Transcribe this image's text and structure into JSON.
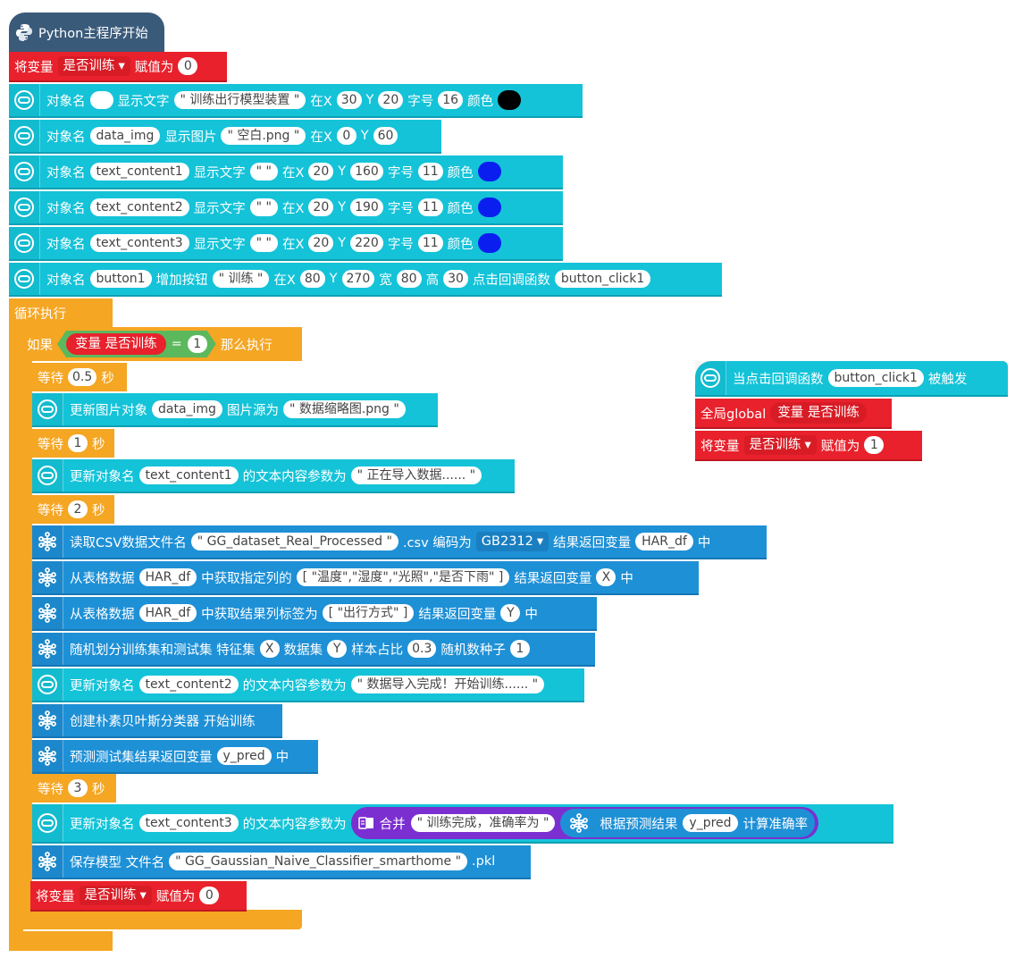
{
  "header": {
    "title": "Python主程序开始"
  },
  "init": {
    "set_prefix": "将变量",
    "var": "是否训练",
    "assign": "赋值为",
    "val": "0"
  },
  "label": {
    "objname": "对象名",
    "show_text": "显示文字",
    "show_img": "显示图片",
    "at_x": "在X",
    "y": "Y",
    "font": "字号",
    "color": "颜色",
    "add_button": "增加按钮",
    "width": "宽",
    "height": "高",
    "callback": "点击回调函数"
  },
  "rows": {
    "r1": {
      "name": "",
      "text": "\" 训练出行模型装置 \"",
      "x": "30",
      "y": "20",
      "size": "16",
      "color": "#000000"
    },
    "r2": {
      "name": "data_img",
      "img": "\" 空白.png \"",
      "x": "0",
      "y": "60"
    },
    "r3": {
      "name": "text_content1",
      "text": "\"   \"",
      "x": "20",
      "y": "160",
      "size": "11",
      "color": "#0b1ef0"
    },
    "r4": {
      "name": "text_content2",
      "text": "\"   \"",
      "x": "20",
      "y": "190",
      "size": "11",
      "color": "#0b1ef0"
    },
    "r5": {
      "name": "text_content3",
      "text": "\"   \"",
      "x": "20",
      "y": "220",
      "size": "11",
      "color": "#0b1ef0"
    },
    "r6": {
      "name": "button1",
      "text": "\" 训练 \"",
      "x": "80",
      "y": "270",
      "w": "80",
      "h": "30",
      "cb": "button_click1"
    }
  },
  "loop": {
    "label": "循环执行"
  },
  "ifblk": {
    "if": "如果",
    "var_label": "变量 是否训练",
    "eq": "=",
    "val": "1",
    "then": "那么执行"
  },
  "waits": {
    "label": "等待",
    "sec": "秒",
    "w1": "0.5",
    "w2": "1",
    "w3": "2",
    "w4": "3"
  },
  "body": {
    "upd_img": {
      "pre": "更新图片对象",
      "obj": "data_img",
      "mid": "图片源为",
      "src": "\" 数据缩略图.png \""
    },
    "upd1": {
      "pre": "更新对象名",
      "obj": "text_content1",
      "mid": "的文本内容参数为",
      "val": "\" 正在导入数据...... \""
    },
    "csv": {
      "pre": "读取CSV数据文件名",
      "file": "\" GG_dataset_Real_Processed \"",
      "ext": ".csv 编码为",
      "enc": "GB2312",
      "res": "结果返回变量",
      "var": "HAR_df",
      "end": "中"
    },
    "cols": {
      "pre": "从表格数据",
      "tbl": "HAR_df",
      "mid": "中获取指定列的",
      "list": "[ \"温度\",\"湿度\",\"光照\",\"是否下雨\" ]",
      "res": "结果返回变量",
      "var": "X",
      "end": "中"
    },
    "label_col": {
      "pre": "从表格数据",
      "tbl": "HAR_df",
      "mid": "中获取结果列标签为",
      "list": "[ \"出行方式\" ]",
      "res": "结果返回变量",
      "var": "Y",
      "end": "中"
    },
    "split": {
      "pre": "随机划分训练集和测试集 特征集",
      "x": "X",
      "mid": "数据集",
      "y": "Y",
      "ratio_l": "样本占比",
      "ratio": "0.3",
      "seed_l": "随机数种子",
      "seed": "1"
    },
    "upd2": {
      "pre": "更新对象名",
      "obj": "text_content2",
      "mid": "的文本内容参数为",
      "val": "\" 数据导入完成！开始训练...... \""
    },
    "nb": {
      "text": "创建朴素贝叶斯分类器 开始训练"
    },
    "pred": {
      "pre": "预测测试集结果返回变量",
      "var": "y_pred",
      "end": "中"
    },
    "upd3": {
      "pre": "更新对象名",
      "obj": "text_content3",
      "mid": "的文本内容参数为",
      "merge": "合并",
      "str": "\" 训练完成，准确率为 \"",
      "acc_pre": "根据预测结果",
      "acc_var": "y_pred",
      "acc_end": "计算准确率"
    },
    "save": {
      "pre": "保存模型 文件名",
      "file": "\" GG_Gaussian_Naive_Classifier_smarthome \"",
      "ext": ".pkl"
    },
    "reset": {
      "pre": "将变量",
      "var": "是否训练",
      "assign": "赋值为",
      "val": "0"
    }
  },
  "callback": {
    "hat": "当点击回调函数",
    "name": "button_click1",
    "trig": "被触发",
    "global": "全局global",
    "global_var": "变量 是否训练",
    "set_pre": "将变量",
    "var": "是否训练",
    "assign": "赋值为",
    "val": "1"
  },
  "colors": {
    "cyan": "#14c3d8",
    "blue": "#1e90d6",
    "red": "#e8212c",
    "orange": "#f5a623",
    "purple": "#7b2fd0",
    "green": "#5cb85c"
  }
}
